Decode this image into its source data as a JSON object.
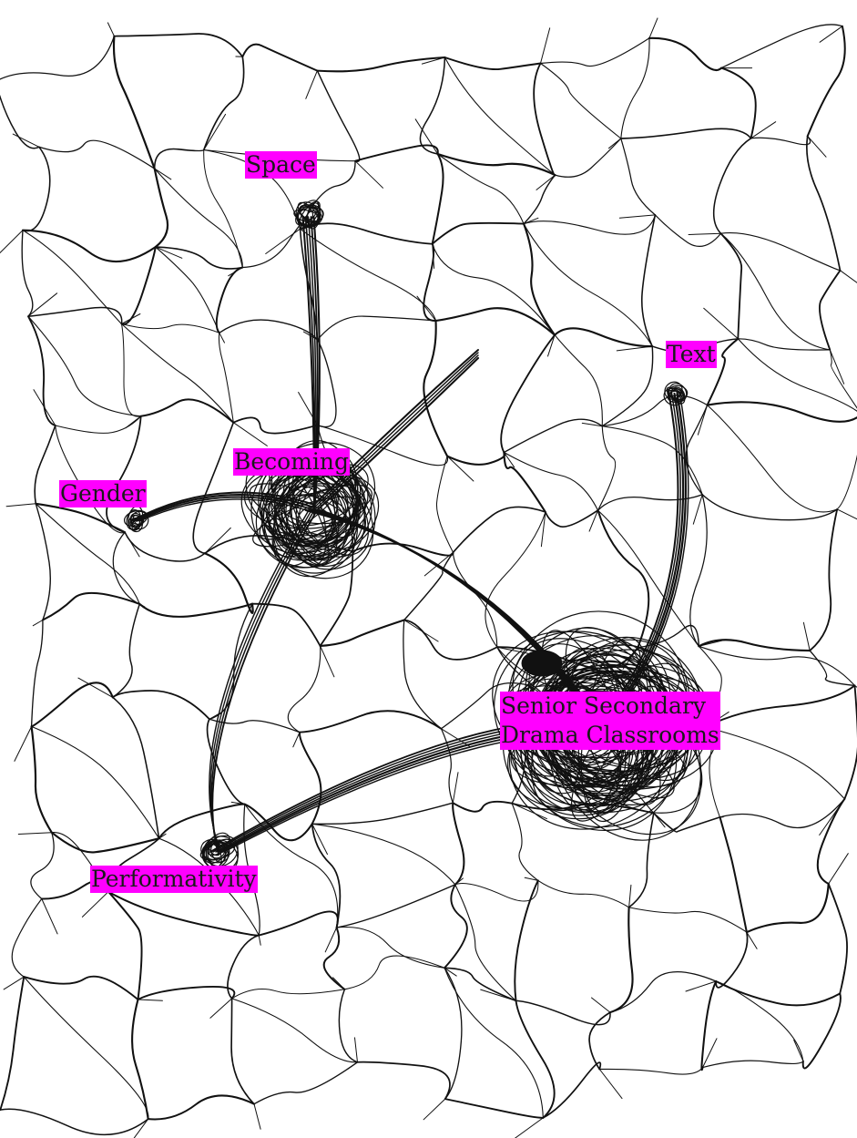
{
  "colors": {
    "label_background": "#ff00ff",
    "label_text": "#1a1a1a",
    "ink": "#111111",
    "paper": "#ffffff"
  },
  "nodes": {
    "space": {
      "label": "Space"
    },
    "text": {
      "label": "Text"
    },
    "becoming": {
      "label": "Becoming"
    },
    "gender": {
      "label": "Gender"
    },
    "senior": {
      "label_line1": "Senior Secondary",
      "label_line2": "Drama Classrooms"
    },
    "performativity": {
      "label": "Performativity"
    }
  }
}
